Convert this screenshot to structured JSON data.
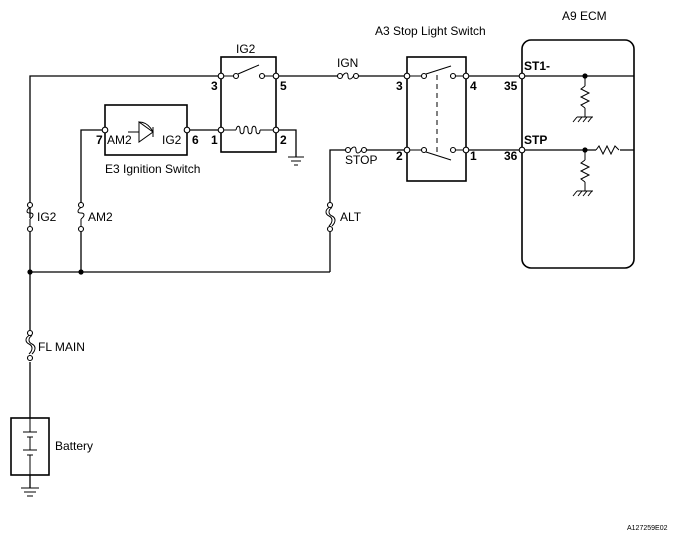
{
  "components": {
    "ecm": "A9 ECM",
    "stop_light_switch": "A3 Stop Light Switch",
    "relay": "IG2",
    "ignition_switch": "E3 Ignition Switch",
    "battery": "Battery"
  },
  "ignition_switch_labels": {
    "am2": "AM2",
    "ig2": "IG2"
  },
  "fuses": {
    "ign": "IGN",
    "stop": "STOP",
    "ig2": "IG2",
    "am2": "AM2",
    "alt": "ALT",
    "fl_main": "FL MAIN"
  },
  "ecm_signals": {
    "st1": "ST1-",
    "stp": "STP"
  },
  "pins": {
    "relay_3": "3",
    "relay_5": "5",
    "relay_1": "1",
    "relay_2": "2",
    "ign_sw_7": "7",
    "ign_sw_6": "6",
    "sls_3": "3",
    "sls_4": "4",
    "sls_2": "2",
    "sls_1": "1",
    "ecm_35": "35",
    "ecm_36": "36"
  },
  "figure_code": "A127259E02"
}
